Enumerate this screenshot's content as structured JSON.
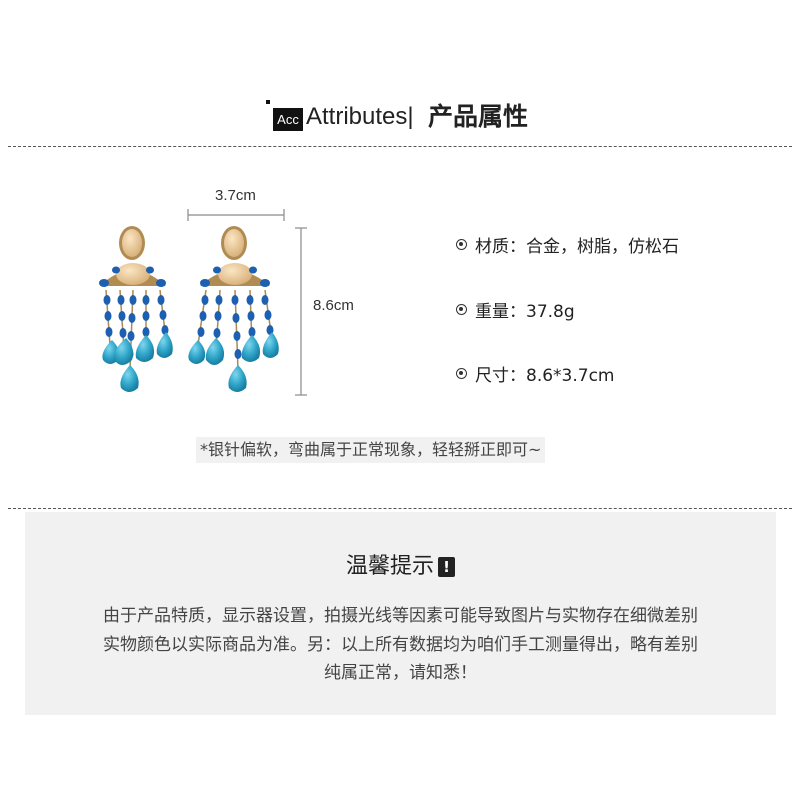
{
  "header": {
    "badge": "Acc",
    "title_en": "Attributes|",
    "title_cn": "产品属性"
  },
  "dimensions": {
    "width": "3.7cm",
    "height": "8.6cm"
  },
  "specs": [
    {
      "text": "材质：合金，树脂，仿松石"
    },
    {
      "text": "重量：37.8g"
    },
    {
      "text": "尺寸：8.6*3.7cm"
    }
  ],
  "note": "*银针偏软，弯曲属于正常现象，轻轻掰正即可~",
  "tips": {
    "title": "温馨提示",
    "warn_icon": "!",
    "lines": [
      "由于产品特质，显示器设置，拍摄光线等因素可能导致图片与实物存在细微差别",
      "实物颜色以实际商品为准。另：以上所有数据均为咱们手工测量得出，略有差别",
      "纯属正常，请知悉！"
    ]
  },
  "colors": {
    "turquoise": "#2fa5c8",
    "cobalt": "#1d5fb0",
    "cream": "#e8c99a",
    "gold": "#a88a55",
    "panel": "#f1f1f1"
  }
}
